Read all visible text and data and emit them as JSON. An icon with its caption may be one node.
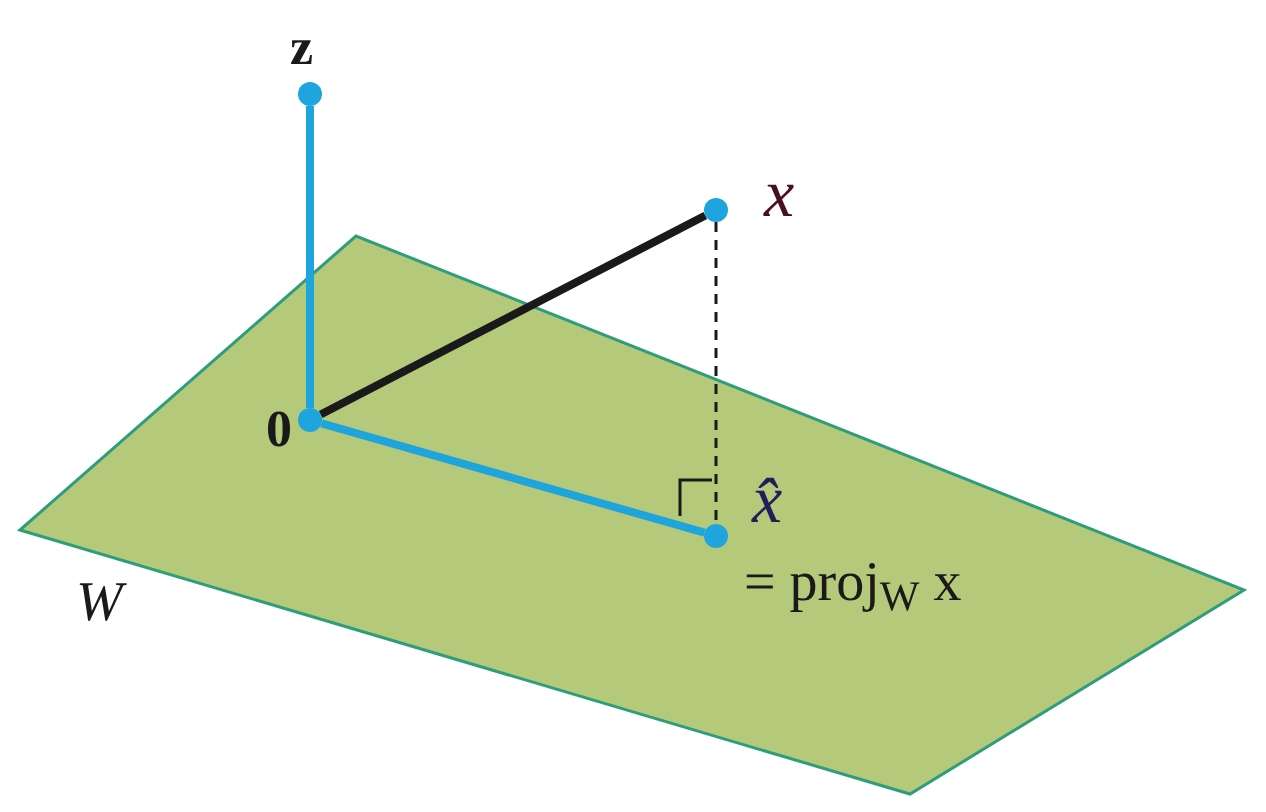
{
  "diagram": {
    "nodes": [
      {
        "text": [
          "W"
        ]
      },
      {
        "text": [
          "z"
        ]
      },
      {
        "text": [
          "0"
        ],
        "in": 0
      },
      {
        "text": [
          "x"
        ]
      },
      {
        "text": [
          "x̂",
          "= proj$_{W}$ x"
        ],
        "in": 0
      }
    ],
    "edges": [
      {
        "from": 2,
        "to": 1,
        "arrow": "none"
      },
      {
        "from": 2,
        "to": 3,
        "arrow": "none",
        "color": "#1a1a1a"
      },
      {
        "from": 3,
        "to": 4,
        "arrow": "none",
        "style": "dashed",
        "color": "#1a1a1a"
      },
      {
        "from": 2,
        "to": 4,
        "arrow": "none"
      }
    ]
  }
}
